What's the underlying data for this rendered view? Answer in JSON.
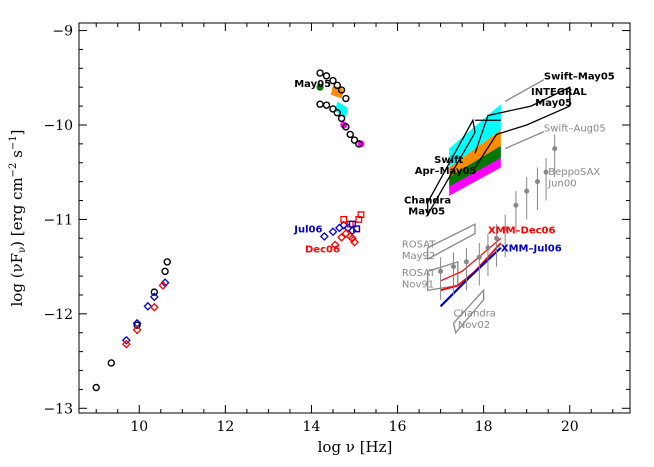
{
  "chart_data": {
    "type": "scatter",
    "xlabel": "log ν [Hz]",
    "ylabel": "log (νF",
    "ylabel_sub": "ν",
    "ylabel_rest": ") [erg cm",
    "ylabel_exp1": "−2",
    "ylabel_mid": " s",
    "ylabel_exp2": "−1",
    "ylabel_end": "]",
    "xlim": [
      8.6,
      21.4
    ],
    "ylim": [
      -13.05,
      -8.92
    ],
    "xticks": [
      "10",
      "12",
      "14",
      "16",
      "18",
      "20"
    ],
    "yticks": [
      "−9",
      "−10",
      "−11",
      "−12",
      "−13"
    ],
    "colors": {
      "black": "#000000",
      "red": "#ff0000",
      "blue": "#0000cc",
      "gray": "#888888",
      "cyan": "#00ffff",
      "orange": "#ff8c00",
      "green": "#007700",
      "magenta": "#ff00ff"
    },
    "series": [
      {
        "name": "",
        "marker": "circle",
        "color": "#000000",
        "x": [
          9.0,
          9.35,
          9.95,
          10.35,
          10.6,
          10.65,
          14.2,
          14.35,
          14.5,
          14.6,
          14.7,
          14.8,
          14.2,
          14.35,
          14.5,
          14.6,
          14.7,
          14.8,
          14.9,
          15.0,
          15.1
        ],
        "y": [
          -12.78,
          -12.52,
          -12.12,
          -11.77,
          -11.55,
          -11.45,
          -9.45,
          -9.48,
          -9.53,
          -9.58,
          -9.63,
          -9.72,
          -9.78,
          -9.79,
          -9.83,
          -9.87,
          -9.93,
          -10.02,
          -10.1,
          -10.16,
          -10.2
        ]
      },
      {
        "name": "",
        "marker": "diamond",
        "color": "#0000cc",
        "x": [
          9.7,
          9.95,
          10.2,
          10.35,
          10.6,
          14.3,
          14.5,
          14.65,
          14.75,
          14.85,
          14.95
        ],
        "y": [
          -12.28,
          -12.1,
          -11.92,
          -11.82,
          -11.67,
          -11.18,
          -11.13,
          -11.09,
          -11.06,
          -11.09,
          -11.12
        ]
      },
      {
        "name": "",
        "marker": "diamond",
        "color": "#ff0000",
        "x": [
          9.7,
          9.95,
          10.35,
          10.55,
          14.55,
          14.7,
          14.8,
          14.9,
          14.95,
          15.0
        ],
        "y": [
          -12.32,
          -12.17,
          -11.93,
          -11.7,
          -11.27,
          -11.19,
          -11.15,
          -11.18,
          -11.2,
          -11.24
        ]
      },
      {
        "name": "",
        "marker": "square",
        "color": "#ff0000",
        "x": [
          14.75,
          14.9,
          15.05,
          15.1,
          15.15
        ],
        "y": [
          -11.0,
          -11.05,
          -11.1,
          -11.0,
          -10.95
        ]
      },
      {
        "name": "",
        "marker": "square",
        "color": "#0000cc",
        "x": [
          14.95,
          15.05
        ],
        "y": [
          -11.05,
          -11.1
        ]
      },
      {
        "name": "",
        "marker": "dot",
        "color": "#888888",
        "x": [
          17.0,
          17.3,
          17.6,
          17.9,
          18.1,
          18.3,
          18.5,
          18.75,
          19.0,
          19.25,
          19.45,
          19.65
        ],
        "y": [
          -11.55,
          -11.5,
          -11.45,
          -11.4,
          -11.3,
          -11.2,
          -11.1,
          -10.85,
          -10.7,
          -10.6,
          -10.5,
          -10.25
        ]
      }
    ],
    "annotations": [
      {
        "text": "May05",
        "x": 13.6,
        "y": -9.6,
        "color": "#000000"
      },
      {
        "text": "Swift–May05",
        "x": 19.4,
        "y": -9.52,
        "color": "#000000"
      },
      {
        "text": "INTEGRAL",
        "x": 19.1,
        "y": -9.68,
        "color": "#000000"
      },
      {
        "text": "May05",
        "x": 19.2,
        "y": -9.8,
        "color": "#000000"
      },
      {
        "text": "Swift–Aug05",
        "x": 19.4,
        "y": -10.07,
        "color": "#888888"
      },
      {
        "text": "Swift",
        "x": 16.85,
        "y": -10.4,
        "color": "#000000"
      },
      {
        "text": "Apr–May05",
        "x": 16.4,
        "y": -10.52,
        "color": "#000000"
      },
      {
        "text": "BeppoSAX",
        "x": 19.5,
        "y": -10.53,
        "color": "#888888"
      },
      {
        "text": "Jun00",
        "x": 19.5,
        "y": -10.65,
        "color": "#888888"
      },
      {
        "text": "Chandra",
        "x": 16.15,
        "y": -10.83,
        "color": "#000000"
      },
      {
        "text": "May05",
        "x": 16.25,
        "y": -10.95,
        "color": "#000000"
      },
      {
        "text": "Jul06",
        "x": 13.6,
        "y": -11.14,
        "color": "#0000cc"
      },
      {
        "text": "XMM–Dec06",
        "x": 18.1,
        "y": -11.15,
        "color": "#ff0000"
      },
      {
        "text": "Dec06",
        "x": 13.85,
        "y": -11.35,
        "color": "#ff0000"
      },
      {
        "text": "ROSAT",
        "x": 16.1,
        "y": -11.3,
        "color": "#888888"
      },
      {
        "text": "May92",
        "x": 16.1,
        "y": -11.42,
        "color": "#888888"
      },
      {
        "text": "XMM–Jul06",
        "x": 18.4,
        "y": -11.34,
        "color": "#0000cc"
      },
      {
        "text": "ROSAT",
        "x": 16.1,
        "y": -11.6,
        "color": "#888888"
      },
      {
        "text": "Nov91",
        "x": 16.1,
        "y": -11.72,
        "color": "#888888"
      },
      {
        "text": "Chandra",
        "x": 17.3,
        "y": -12.03,
        "color": "#888888"
      },
      {
        "text": "Nov02",
        "x": 17.4,
        "y": -12.15,
        "color": "#888888"
      }
    ]
  }
}
